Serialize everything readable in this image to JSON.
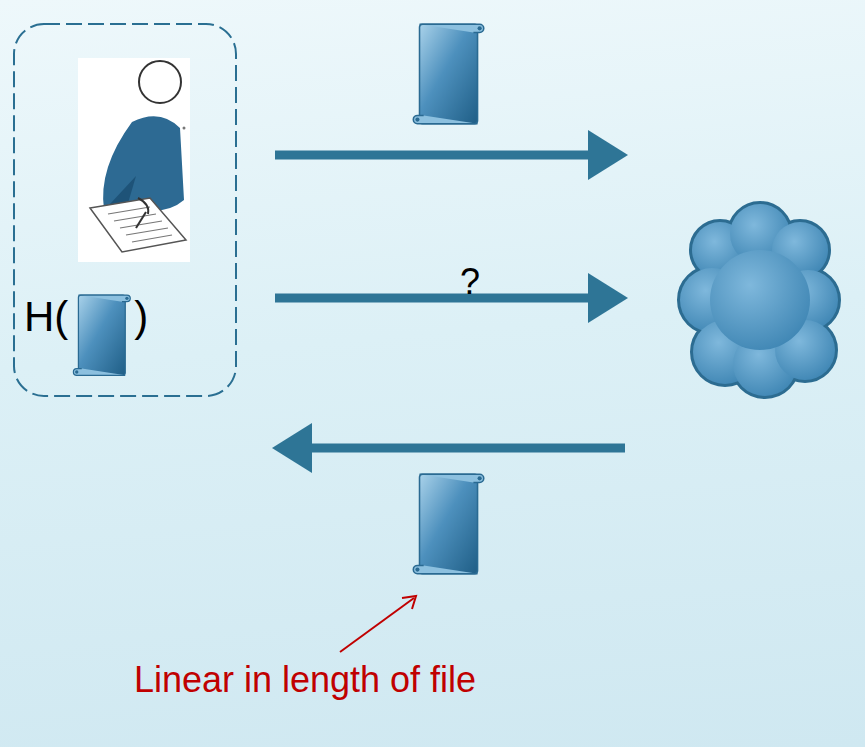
{
  "diagram": {
    "nodes": [
      {
        "text": [
          "H(",
          ")"
        ]
      }
    ],
    "labels": [
      "?",
      "Linear in length of file"
    ]
  }
}
